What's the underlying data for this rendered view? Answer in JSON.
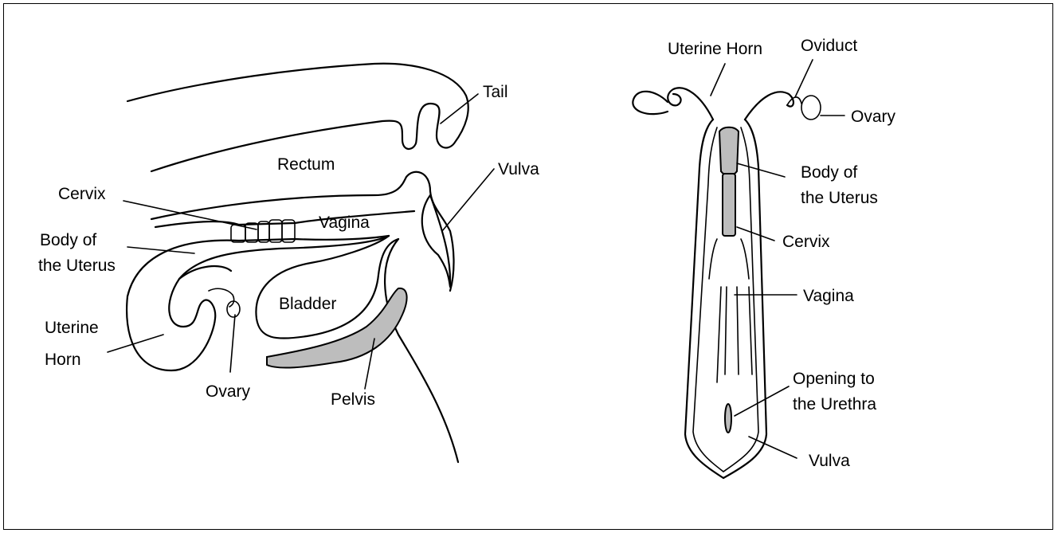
{
  "left_diagram": {
    "labels": {
      "tail": "Tail",
      "rectum": "Rectum",
      "vulva": "Vulva",
      "cervix": "Cervix",
      "body_of_uterus_line1": "Body of",
      "body_of_uterus_line2": "the Uterus",
      "vagina": "Vagina",
      "bladder": "Bladder",
      "uterine_horn_line1": "Uterine",
      "uterine_horn_line2": "Horn",
      "ovary": "Ovary",
      "pelvis": "Pelvis"
    }
  },
  "right_diagram": {
    "labels": {
      "uterine_horn": "Uterine Horn",
      "oviduct": "Oviduct",
      "ovary": "Ovary",
      "body_of_uterus_line1": "Body of",
      "body_of_uterus_line2": "the Uterus",
      "cervix": "Cervix",
      "vagina": "Vagina",
      "opening_urethra_line1": "Opening to",
      "opening_urethra_line2": "the Urethra",
      "vulva": "Vulva"
    }
  },
  "colors": {
    "line": "#000000",
    "stipple": "#bdbdbd",
    "background": "#ffffff"
  }
}
